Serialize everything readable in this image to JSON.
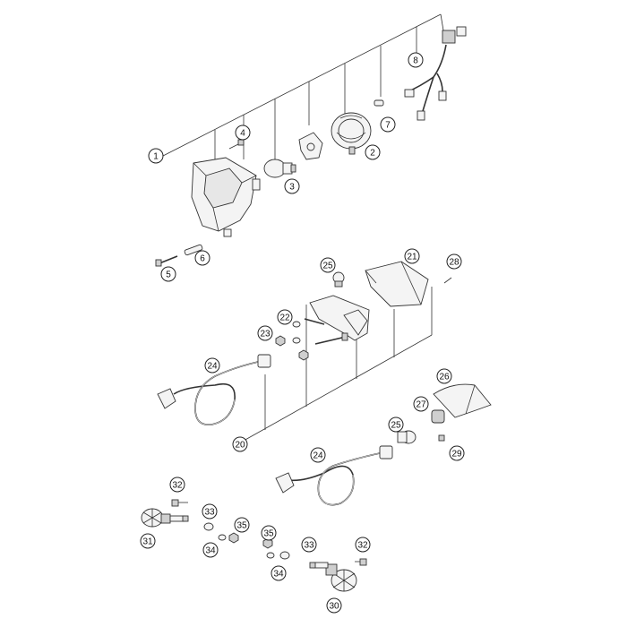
{
  "callouts": [
    {
      "id": "c1",
      "label": "1"
    },
    {
      "id": "c2",
      "label": "2"
    },
    {
      "id": "c3",
      "label": "3"
    },
    {
      "id": "c4",
      "label": "4"
    },
    {
      "id": "c5",
      "label": "5"
    },
    {
      "id": "c6",
      "label": "6"
    },
    {
      "id": "c7",
      "label": "7"
    },
    {
      "id": "c8",
      "label": "8"
    },
    {
      "id": "c20",
      "label": "20"
    },
    {
      "id": "c21",
      "label": "21"
    },
    {
      "id": "c22",
      "label": "22"
    },
    {
      "id": "c23",
      "label": "23"
    },
    {
      "id": "c24a",
      "label": "24"
    },
    {
      "id": "c24b",
      "label": "24"
    },
    {
      "id": "c25a",
      "label": "25"
    },
    {
      "id": "c25b",
      "label": "25"
    },
    {
      "id": "c26",
      "label": "26"
    },
    {
      "id": "c27",
      "label": "27"
    },
    {
      "id": "c28",
      "label": "28"
    },
    {
      "id": "c29",
      "label": "29"
    },
    {
      "id": "c30",
      "label": "30"
    },
    {
      "id": "c31",
      "label": "31"
    },
    {
      "id": "c32a",
      "label": "32"
    },
    {
      "id": "c32b",
      "label": "32"
    },
    {
      "id": "c33a",
      "label": "33"
    },
    {
      "id": "c33b",
      "label": "33"
    },
    {
      "id": "c34a",
      "label": "34"
    },
    {
      "id": "c34b",
      "label": "34"
    },
    {
      "id": "c35a",
      "label": "35"
    },
    {
      "id": "c35b",
      "label": "35"
    }
  ]
}
